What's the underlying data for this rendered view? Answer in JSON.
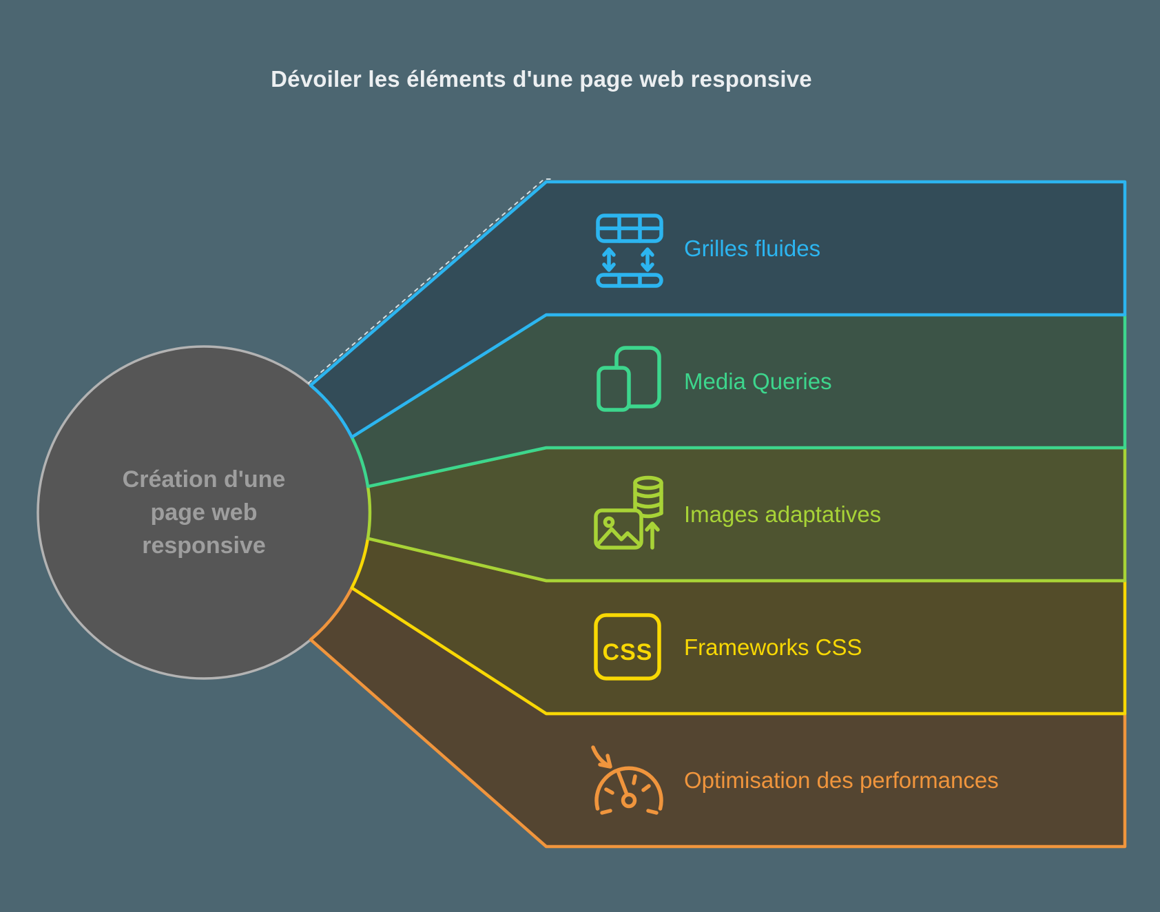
{
  "title": "Dévoiler les éléments d'une page web responsive",
  "hub": {
    "lines": [
      "Création d'une",
      "page web",
      "responsive"
    ],
    "fill": "#565656",
    "border": "#b3b3b3",
    "text_color": "#9e9e9e"
  },
  "bands": [
    {
      "label": "Grilles fluides",
      "icon": "fluid-grid-icon",
      "color": "#2cb5f0",
      "fill": "#334c58"
    },
    {
      "label": "Media Queries",
      "icon": "devices-icon",
      "color": "#3dd68d",
      "fill": "#3c5447"
    },
    {
      "label": "Images adaptatives",
      "icon": "adaptive-images-icon",
      "color": "#a8d337",
      "fill": "#4e5430"
    },
    {
      "label": "Frameworks CSS",
      "icon": "css-frameworks-icon",
      "color": "#f8d804",
      "fill": "#534c29",
      "icon_text": "CSS"
    },
    {
      "label": "Optimisation des performances",
      "icon": "speedometer-icon",
      "color": "#f0953d",
      "fill": "#544531"
    }
  ],
  "colors": {
    "background": "#4c6671",
    "title_text": "#eceff1",
    "dashed_connector": "#e6edf0"
  }
}
